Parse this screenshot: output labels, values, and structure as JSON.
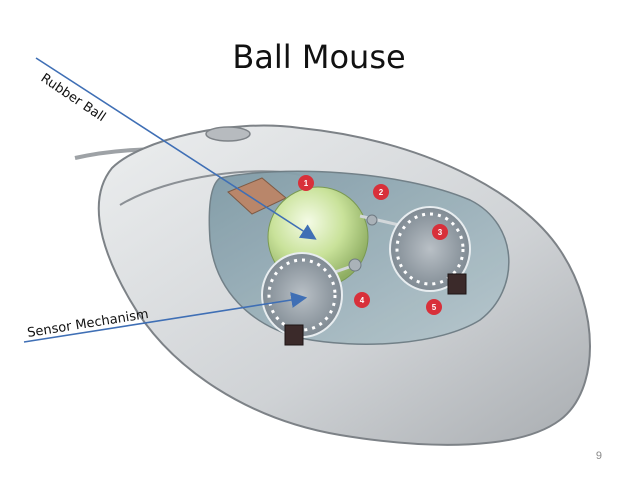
{
  "slide": {
    "title": "Ball Mouse",
    "page_number": "9"
  },
  "labels": {
    "rubber_ball": "Rubber Ball",
    "sensor_mechanism": "Sensor Mechanism"
  },
  "markers": [
    "1",
    "2",
    "3",
    "4",
    "5"
  ],
  "colors": {
    "arrow": "#3f6fb5",
    "marker": "#d8303a",
    "ball": "#c9e29a",
    "body": "#d6d8db",
    "inner": "#9fb6bf"
  }
}
